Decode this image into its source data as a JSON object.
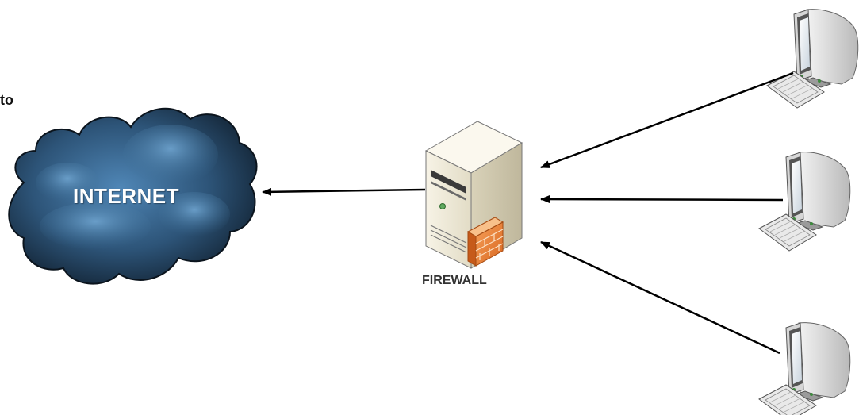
{
  "cut_text": "to",
  "nodes": {
    "internet_label": "INTERNET",
    "firewall_label": "FIREWALL"
  },
  "edges": [
    {
      "from": "firewall",
      "to": "internet"
    },
    {
      "from": "computer-1",
      "to": "firewall"
    },
    {
      "from": "computer-2",
      "to": "firewall"
    },
    {
      "from": "computer-3",
      "to": "firewall"
    }
  ],
  "icons": [
    "cloud-icon",
    "server-icon",
    "brick-wall-icon",
    "computer-icon"
  ]
}
